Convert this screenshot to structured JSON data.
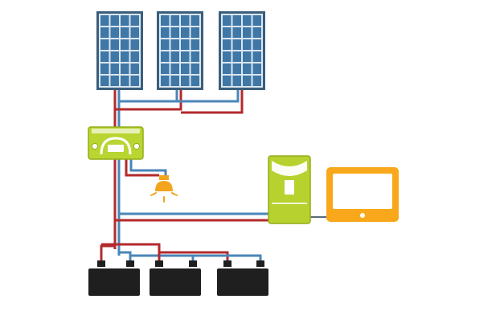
{
  "colors": {
    "background": "#ffffff",
    "panel_frame": "#3a5f7d",
    "panel_cell": "#3f77a6",
    "panel_grid": "#dbe6ef",
    "wire_positive": "#b32a2c",
    "wire_negative": "#4a86b8",
    "wire_neutral": "#5a6b78",
    "controller_body": "#b9d531",
    "controller_outline": "#93ad18",
    "lamp": "#f2a51d",
    "inverter_body": "#b7d22e",
    "inverter_outline": "#94ad1a",
    "monitor": "#f8a81a",
    "battery": "#1f1f1f",
    "terminal": "#1f1f1f"
  },
  "components": {
    "solar_panels": [
      "solar-panel",
      "solar-panel",
      "solar-panel"
    ],
    "charge_controller": "charge-controller",
    "lamp": "light-bulb-icon",
    "inverter": "inverter",
    "monitor": "tv-monitor-icon",
    "batteries": [
      "battery",
      "battery",
      "battery"
    ]
  }
}
